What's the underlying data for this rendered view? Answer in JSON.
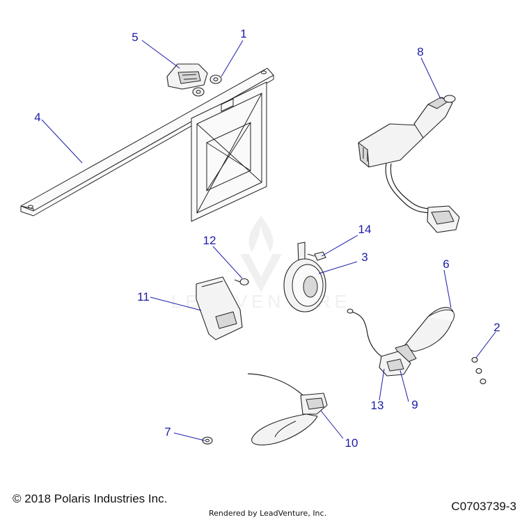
{
  "callouts": {
    "c1": "1",
    "c2": "2",
    "c3": "3",
    "c4": "4",
    "c5": "5",
    "c6": "6",
    "c7": "7",
    "c8": "8",
    "c9": "9",
    "c10": "10",
    "c11": "11",
    "c12": "12",
    "c13": "13",
    "c14": "14"
  },
  "watermark": "LEADVENTURE",
  "footer": {
    "copyright": "© 2018 Polaris Industries Inc.",
    "rendered_by": "Rendered by LeadVenture, Inc.",
    "diagram_id": "C0703739-3"
  },
  "colors": {
    "callout": "#1a1aa6",
    "line": "#222222"
  }
}
